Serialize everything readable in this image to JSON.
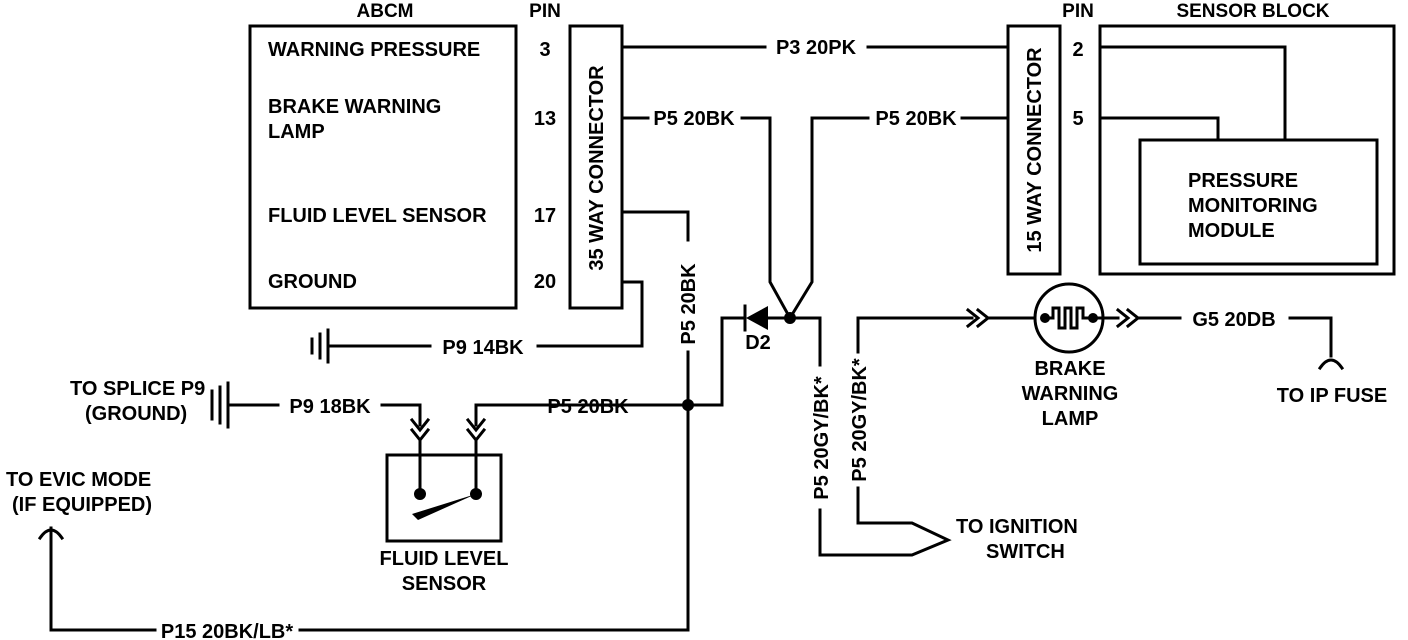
{
  "abcm": {
    "title": "ABCM",
    "pin_header": "PIN",
    "labels": {
      "warning_pressure": "WARNING PRESSURE",
      "brake_warning_lamp_1": "BRAKE WARNING",
      "brake_warning_lamp_2": "LAMP",
      "fluid_level_sensor": "FLUID LEVEL SENSOR",
      "ground": "GROUND"
    },
    "pins": {
      "p1": "3",
      "p2": "13",
      "p3": "17",
      "p4": "20"
    }
  },
  "connector35": {
    "label": "35 WAY CONNECTOR"
  },
  "connector15": {
    "label": "15 WAY CONNECTOR"
  },
  "sensor_block": {
    "title": "SENSOR BLOCK",
    "pin_header": "PIN",
    "pins": {
      "p1": "2",
      "p2": "5"
    },
    "module_1": "PRESSURE",
    "module_2": "MONITORING",
    "module_3": "MODULE"
  },
  "wires": {
    "p3_20pk": "P3 20PK",
    "p5_20bk_left": "P5 20BK",
    "p5_20bk_right": "P5 20BK",
    "p5_20bk_vertical": "P5 20BK",
    "p9_14bk": "P9 14BK",
    "p9_18bk": "P9 18BK",
    "p5_20bk_sensor": "P5 20BK",
    "p5_20gybk_1": "P5 20GY/BK*",
    "p5_20gybk_2": "P5 20GY/BK*",
    "g5_20db": "G5 20DB",
    "p15_20bklb": "P15 20BK/LB*"
  },
  "diode": {
    "label": "D2"
  },
  "brake_lamp": {
    "line1": "BRAKE",
    "line2": "WARNING",
    "line3": "LAMP"
  },
  "fluid_sensor": {
    "line1": "FLUID LEVEL",
    "line2": "SENSOR"
  },
  "destinations": {
    "splice_1": "TO SPLICE P9",
    "splice_2": "(GROUND)",
    "evic_1": "TO EVIC MODE",
    "evic_2": "(IF EQUIPPED)",
    "ignition_1": "TO IGNITION",
    "ignition_2": "SWITCH",
    "ip_fuse": "TO IP FUSE"
  }
}
